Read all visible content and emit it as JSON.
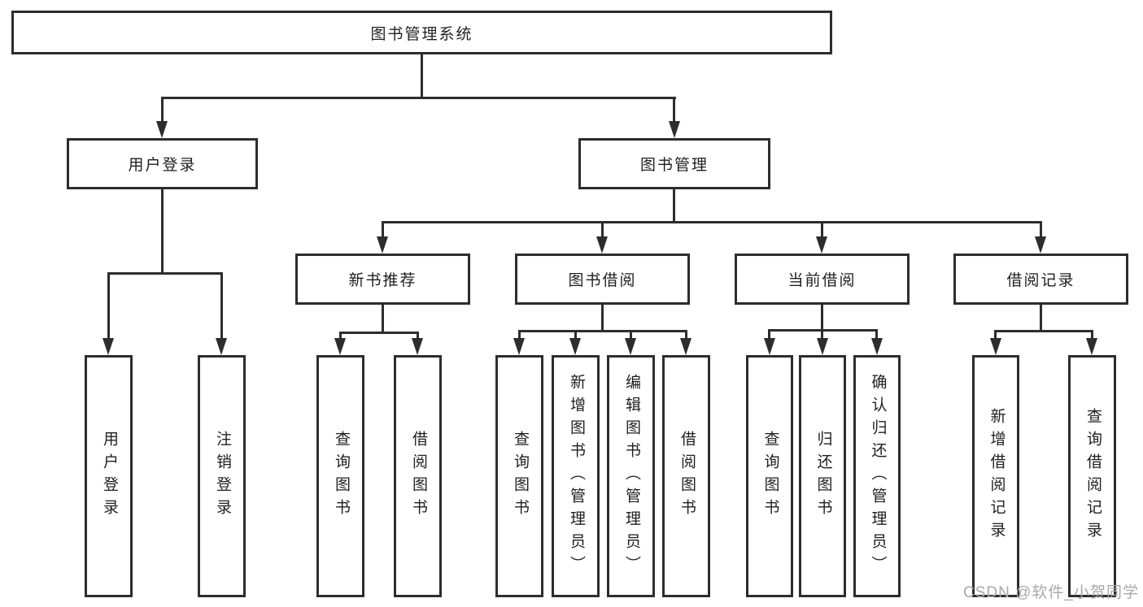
{
  "tree": {
    "root": {
      "label": "图书管理系统"
    },
    "branches": {
      "user_login": {
        "label": "用户登录",
        "children": [
          {
            "label": "用户登录"
          },
          {
            "label": "注销登录"
          }
        ]
      },
      "book_management": {
        "label": "图书管理",
        "sections": {
          "new_books": {
            "label": "新书推荐",
            "children": [
              {
                "label": "查询图书"
              },
              {
                "label": "借阅图书"
              }
            ]
          },
          "borrowing": {
            "label": "图书借阅",
            "children": [
              {
                "label": "查询图书"
              },
              {
                "label": "新增图书（管理员）"
              },
              {
                "label": "编辑图书（管理员）"
              },
              {
                "label": "借阅图书"
              }
            ]
          },
          "current": {
            "label": "当前借阅",
            "children": [
              {
                "label": "查询图书"
              },
              {
                "label": "归还图书"
              },
              {
                "label": "确认归还（管理员）"
              }
            ]
          },
          "records": {
            "label": "借阅记录",
            "children": [
              {
                "label": "新增借阅记录"
              },
              {
                "label": "查询借阅记录"
              }
            ]
          }
        }
      }
    }
  },
  "watermark": {
    "text": "CSDN @软件_小贺同学"
  },
  "colors": {
    "line": "#2d2d2d",
    "box_border": "#2d2d2d",
    "text": "#1f1f1f",
    "watermark": "#a8a8a8",
    "background": "#ffffff"
  }
}
